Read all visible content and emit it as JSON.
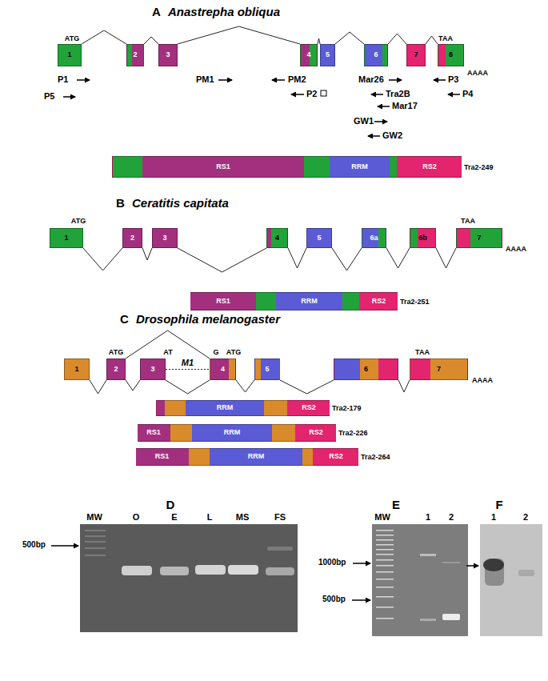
{
  "diagram": {
    "nodes": [
      {
        "text": [
          "1"
        ]
      },
      {
        "text": [
          "2"
        ]
      },
      {
        "text": [
          "3"
        ]
      },
      {
        "text": [
          "4"
        ]
      },
      {
        "text": [
          "5"
        ]
      },
      {
        "text": [
          "6"
        ]
      },
      {
        "text": [
          "7"
        ]
      },
      {
        "text": [
          "8"
        ]
      },
      {
        "text": [
          "Tra2-249"
        ]
      },
      {
        "text": [
          "RS1"
        ],
        "in": 8
      },
      {
        "text": [
          "RRM"
        ],
        "in": 8
      },
      {
        "text": [
          "RS2"
        ],
        "in": 8
      },
      {
        "text": [
          "1"
        ]
      },
      {
        "text": [
          "2"
        ]
      },
      {
        "text": [
          "3"
        ]
      },
      {
        "text": [
          "4"
        ]
      },
      {
        "text": [
          "5"
        ]
      },
      {
        "text": [
          "6a"
        ]
      },
      {
        "text": [
          "6b"
        ]
      },
      {
        "text": [
          "7"
        ]
      },
      {
        "text": [
          "Tra2-251"
        ]
      },
      {
        "text": [
          "RS1"
        ],
        "in": 20
      },
      {
        "text": [
          "RRM"
        ],
        "in": 20
      },
      {
        "text": [
          "RS2"
        ],
        "in": 20
      },
      {
        "text": [
          "1"
        ]
      },
      {
        "text": [
          "2"
        ]
      },
      {
        "text": [
          "3"
        ]
      },
      {
        "text": [
          "4"
        ]
      },
      {
        "text": [
          "5"
        ]
      },
      {
        "text": [
          "6"
        ]
      },
      {
        "text": [
          "7"
        ]
      },
      {
        "text": [
          "Tra2-179"
        ]
      },
      {
        "text": [
          "RRM"
        ],
        "in": 31
      },
      {
        "text": [
          "RS2"
        ],
        "in": 31
      },
      {
        "text": [
          "Tra2-226"
        ]
      },
      {
        "text": [
          "RS1"
        ],
        "in": 34
      },
      {
        "text": [
          "RRM"
        ],
        "in": 34
      },
      {
        "text": [
          "RS2"
        ],
        "in": 34
      },
      {
        "text": [
          "Tra2-264"
        ]
      },
      {
        "text": [
          "RS1"
        ],
        "in": 38
      },
      {
        "text": [
          "RRM"
        ],
        "in": 38
      },
      {
        "text": [
          "RS2"
        ],
        "in": 38
      }
    ],
    "edges": [
      {
        "from": 0,
        "to": 1,
        "arrow": "none"
      },
      {
        "from": 1,
        "to": 2,
        "arrow": "none"
      },
      {
        "from": 2,
        "to": 3,
        "arrow": "none"
      },
      {
        "from": 3,
        "to": 4,
        "arrow": "none"
      },
      {
        "from": 4,
        "to": 5,
        "arrow": "none"
      },
      {
        "from": 5,
        "to": 6,
        "arrow": "none"
      },
      {
        "from": 6,
        "to": 7,
        "arrow": "none"
      },
      {
        "from": 12,
        "to": 13,
        "arrow": "none"
      },
      {
        "from": 13,
        "to": 14,
        "arrow": "none"
      },
      {
        "from": 14,
        "to": 15,
        "arrow": "none"
      },
      {
        "from": 15,
        "to": 16,
        "arrow": "none"
      },
      {
        "from": 16,
        "to": 17,
        "arrow": "none"
      },
      {
        "from": 17,
        "to": 18,
        "arrow": "none"
      },
      {
        "from": 18,
        "to": 19,
        "arrow": "none"
      },
      {
        "from": 24,
        "to": 25,
        "arrow": "none"
      },
      {
        "from": 25,
        "to": 26,
        "arrow": "none"
      },
      {
        "from": 25,
        "to": 27,
        "arrow": "none"
      },
      {
        "from": 26,
        "to": 27,
        "arrow": "none"
      },
      {
        "from": 26,
        "to": 27,
        "label": "M1",
        "arrow": "none"
      },
      {
        "from": 27,
        "to": 28,
        "arrow": "none"
      },
      {
        "from": 28,
        "to": 29,
        "arrow": "none"
      },
      {
        "from": 29,
        "to": 30,
        "arrow": "none"
      }
    ],
    "labels": [
      "A",
      "Anastrepha obliqua",
      "ATG",
      "TAA",
      "AAAA",
      "P1",
      "P5",
      "PM1",
      "PM2",
      "P2",
      "Mar26",
      "Tra2B",
      "Mar17",
      "GW1",
      "GW2",
      "P3",
      "P4",
      "B",
      "Ceratitis capitata",
      "ATG",
      "TAA",
      "AAAA",
      "C",
      "Drosophila melanogaster",
      "ATG",
      "AT",
      "G",
      "ATG",
      "TAA",
      "AAAA",
      "D",
      "MW",
      "O",
      "E",
      "L",
      "MS",
      "FS",
      "500bp",
      "E",
      "MW",
      "1",
      "2",
      "1000bp",
      "500bp",
      "F",
      "1",
      "2"
    ]
  }
}
